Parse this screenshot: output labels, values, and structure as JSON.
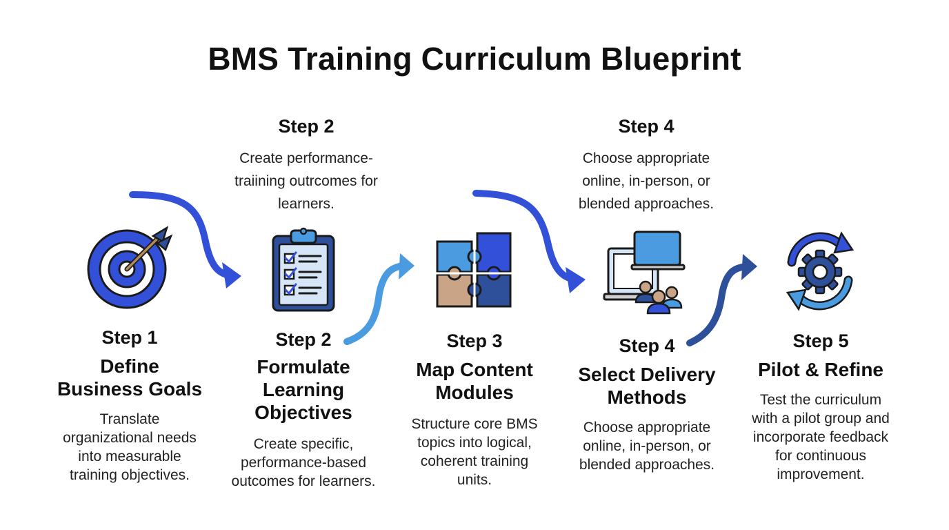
{
  "title": "BMS Training Curriculum Blueprint",
  "top_notes": [
    {
      "step": "Step 2",
      "desc_lines": [
        "Create performance-",
        "traiining outrcomes for",
        "learners."
      ]
    },
    {
      "step": "Step 4",
      "desc_lines": [
        "Choose appropriate",
        "online, in-person, or",
        "blended approaches."
      ]
    }
  ],
  "steps": [
    {
      "step": "Step 1",
      "heading_lines": [
        "Define",
        "Business Goals"
      ],
      "desc_lines": [
        "Translate",
        "organizational needs",
        "into measurable",
        "training objectives."
      ],
      "icon": "target-icon"
    },
    {
      "step": "Step 2",
      "heading_lines": [
        "Formulate",
        "Learning",
        "Objectives"
      ],
      "desc_lines": [
        "Create specific,",
        "performance-based",
        "outcomes for learners."
      ],
      "icon": "clipboard-checklist-icon"
    },
    {
      "step": "Step 3",
      "heading_lines": [
        "Map Content",
        "Modules"
      ],
      "desc_lines": [
        "Structure core BMS",
        "topics into logical,",
        "coherent training",
        "units."
      ],
      "icon": "puzzle-icon"
    },
    {
      "step": "Step 4",
      "heading_lines": [
        "Select Delivery",
        "Methods"
      ],
      "desc_lines": [
        "Choose appropriate",
        "online, in-person, or",
        "blended approaches."
      ],
      "icon": "devices-people-icon"
    },
    {
      "step": "Step 5",
      "heading_lines": [
        "Pilot & Refine"
      ],
      "desc_lines": [
        "Test the curriculum",
        "with a pilot group and",
        "incorporate feedback",
        "for continuous",
        "improvement."
      ],
      "icon": "gear-cycle-icon"
    }
  ],
  "colors": {
    "primary_blue": "#3350d8",
    "light_blue": "#4b9be0",
    "navy": "#2e4f9a",
    "outline": "#1a1a1a",
    "tan": "#c9a486",
    "pale_blue": "#d7e6f6"
  }
}
